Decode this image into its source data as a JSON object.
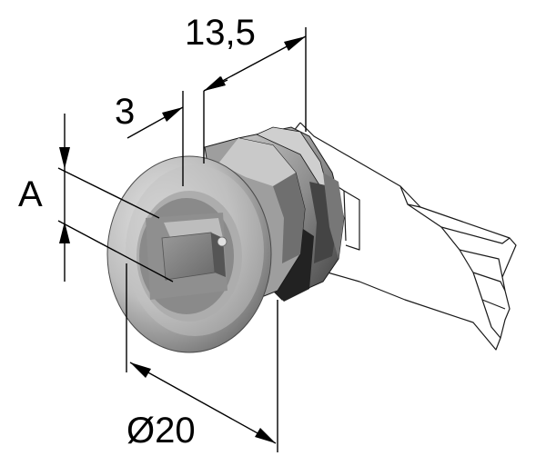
{
  "dimensions": {
    "length_label": "13,5",
    "flange_label": "3",
    "square_label": "A",
    "diameter_label": "Ø20"
  },
  "colors": {
    "body_light": "#d9d9d9",
    "body_mid": "#a9a9a9",
    "body_dark": "#5e5e5e",
    "body_darkest": "#2e2e2e",
    "line": "#000000"
  }
}
